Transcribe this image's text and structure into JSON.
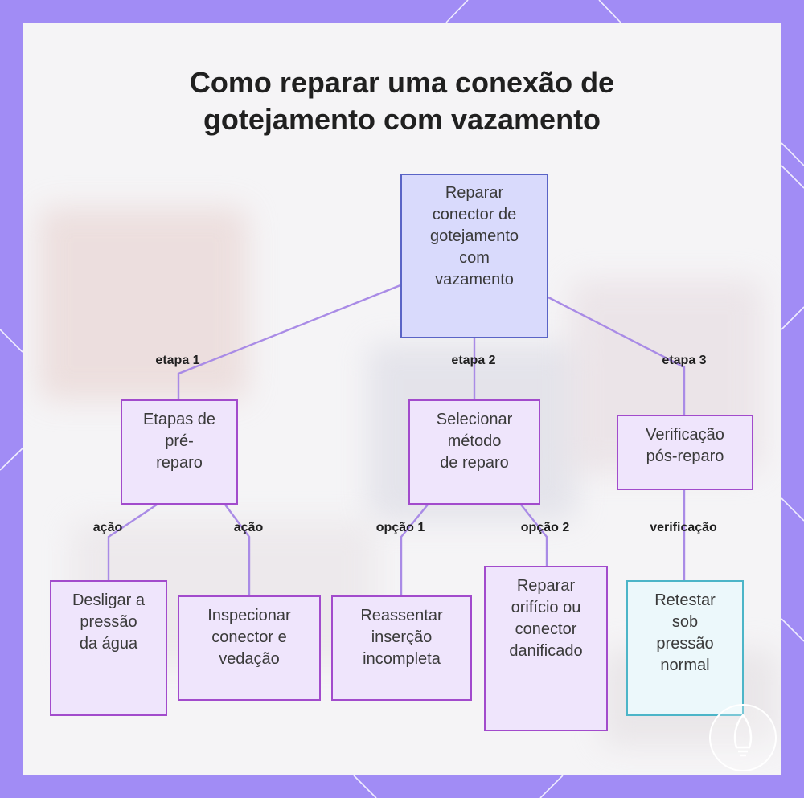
{
  "title": {
    "line1": "Como reparar uma conexão de",
    "line2": "gotejamento com vazamento"
  },
  "nodes": {
    "root": [
      "Reparar",
      "conector de",
      "gotejamento",
      "com",
      "vazamento"
    ],
    "pre_repair": [
      "Etapas de",
      "pré-",
      "reparo"
    ],
    "select_method": [
      "Selecionar",
      "método",
      "de reparo"
    ],
    "post_check": [
      "Verificação",
      "pós-reparo"
    ],
    "shut_water": [
      "Desligar a",
      "pressão",
      "da água"
    ],
    "inspect": [
      "Inspecionar",
      "conector e",
      "vedação"
    ],
    "reseat": [
      "Reassentar",
      "inserção",
      "incompleta"
    ],
    "repair_hole": [
      "Reparar",
      "orifício ou",
      "conector",
      "danificado"
    ],
    "retest": [
      "Retestar",
      "sob",
      "pressão",
      "normal"
    ]
  },
  "edge_labels": {
    "step1": "etapa 1",
    "step2": "etapa 2",
    "step3": "etapa 3",
    "action_a": "ação",
    "action_b": "ação",
    "option1": "opção 1",
    "option2": "opção 2",
    "verification": "verificação"
  },
  "colors": {
    "frame": "#a18cf5",
    "root_fill": "#d9dafc",
    "root_border": "#5a64c6",
    "node_fill": "#efe5fc",
    "node_border": "#a24bcc",
    "check_fill": "#ecf8fb",
    "check_border": "#4cb5c8",
    "edge": "#a98be6"
  },
  "icons": {
    "badge": "bulb-watermark-icon"
  }
}
